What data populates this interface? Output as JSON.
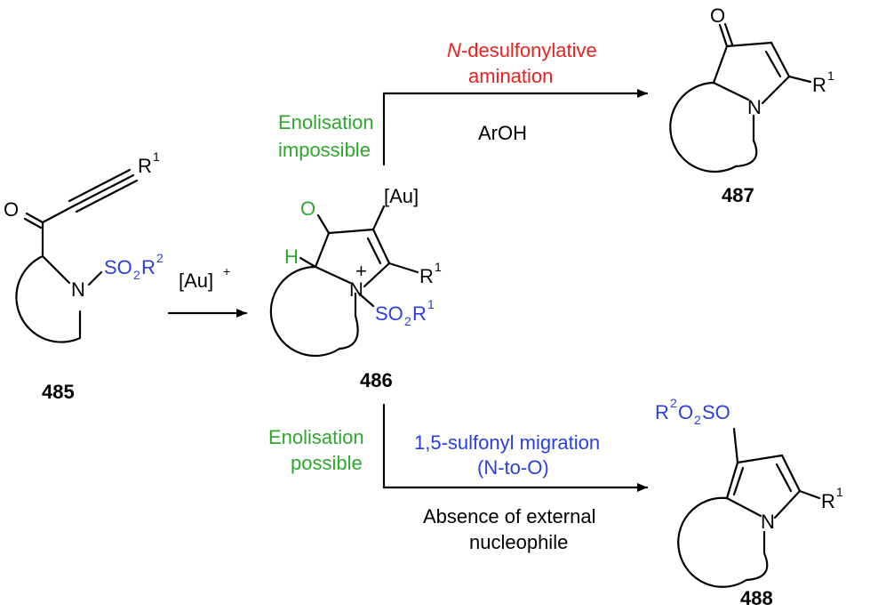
{
  "colors": {
    "black": "#000000",
    "green": "#2ea62e",
    "blue": "#2a3fe0",
    "red": "#e8221e"
  },
  "compounds": {
    "c485": {
      "id": "485",
      "o": "O",
      "n": "N",
      "r1": "R",
      "r1_sup": "1",
      "sulfonyl": "SO",
      "sulfonyl_sub": "2",
      "sulfonyl_r": "R",
      "sulfonyl_sup": "2"
    },
    "c486": {
      "id": "486",
      "o": "O",
      "h": "H",
      "n": "N",
      "plus": "+",
      "au": "[Au]",
      "r1": "R",
      "r1_sup": "1",
      "sulfonyl": "SO",
      "sulfonyl_sub": "2",
      "sulfonyl_r": "R",
      "sulfonyl_sup": "1"
    },
    "c487": {
      "id": "487",
      "o": "O",
      "n": "N",
      "r1": "R",
      "r1_sup": "1"
    },
    "c488": {
      "id": "488",
      "o_group_a": "R",
      "o_group_sup": "2",
      "o_group_b": "O",
      "o_group_sub": "2",
      "o_group_c": "SO",
      "n": "N",
      "r1": "R",
      "r1_sup": "1"
    }
  },
  "reagents": {
    "gold_catalyst": "[Au]",
    "gold_catalyst_sup": "+"
  },
  "upper_path": {
    "condition": [
      "Enolisation",
      "impossible"
    ],
    "reaction": [
      "N-desulfonylative",
      "amination"
    ],
    "reaction_italic_prefix": "N",
    "reaction_rest": "-desulfonylative",
    "reagent": "ArOH"
  },
  "lower_path": {
    "condition": [
      "Enolisation",
      "possible"
    ],
    "reaction": [
      "1,5-sulfonyl migration",
      "(N-to-O)"
    ],
    "note": [
      "Absence of external",
      "nucleophile"
    ]
  }
}
